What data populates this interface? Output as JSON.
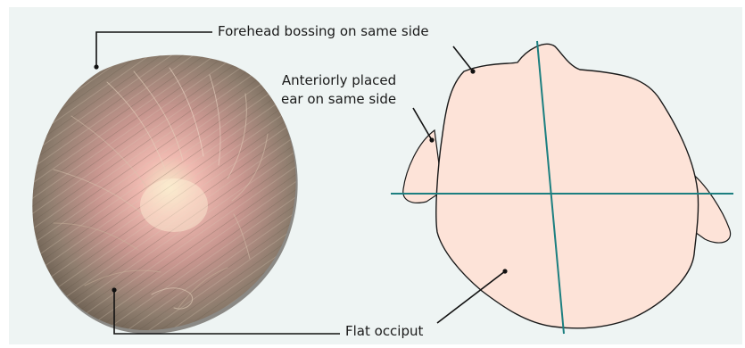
{
  "annotations": {
    "forehead": "Forehead bossing on same side",
    "ear_line1": "Anteriorly placed",
    "ear_line2": "ear on same side",
    "occiput": "Flat occiput"
  },
  "colors": {
    "background": "#eef4f3",
    "head_fill": "#fde3d8",
    "axis_line": "#1c7f80",
    "leader_line": "#111111",
    "hair_base": "#7d6e5f",
    "scalp_highlight": "#f0b5ae"
  }
}
